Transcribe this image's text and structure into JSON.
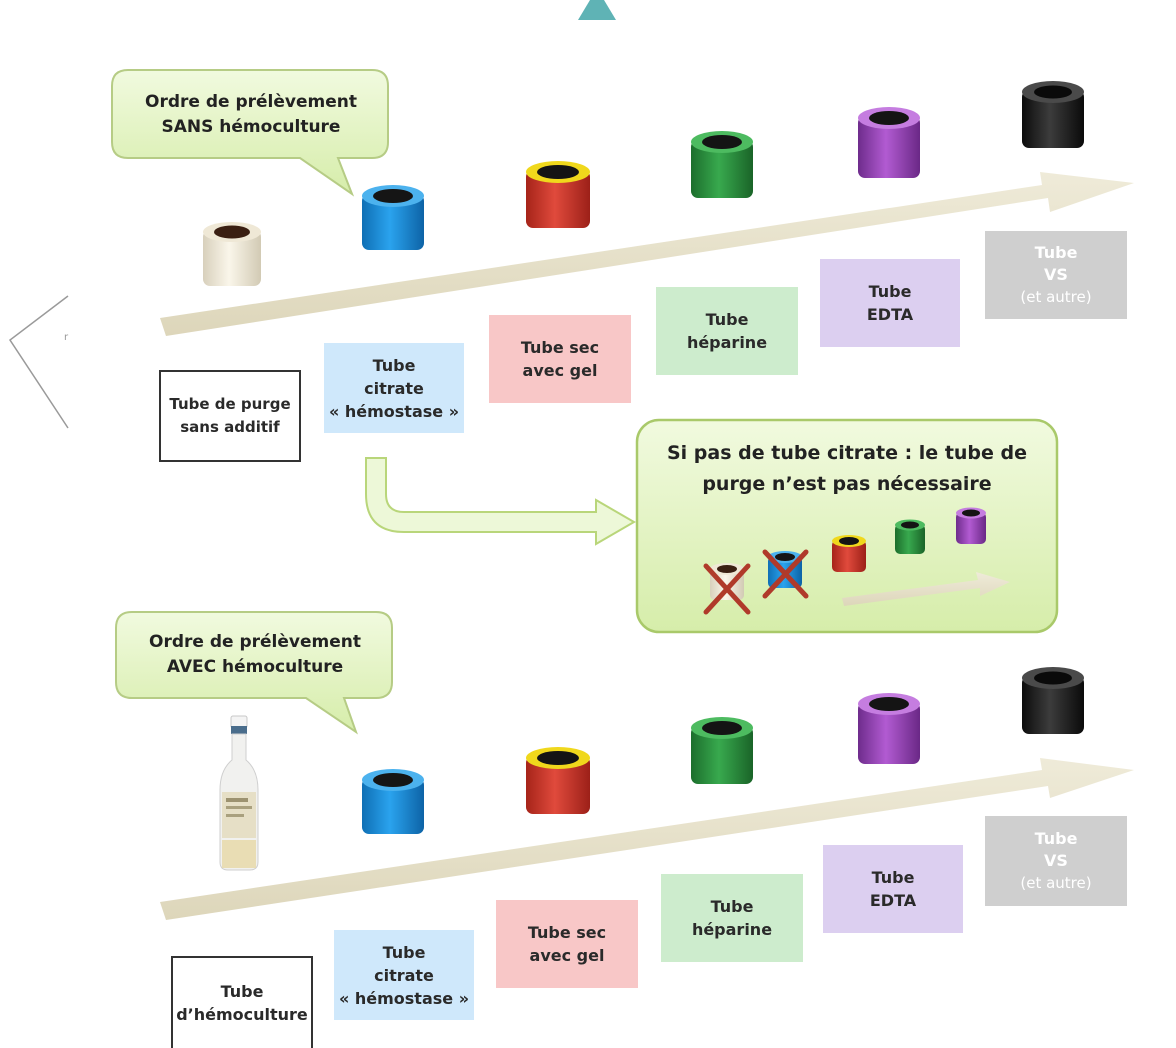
{
  "colors": {
    "arrow": "#e9e4cf",
    "bubble_fill": "#e4f5c4",
    "bubble_border": "#b6cc85",
    "citrate_cap": "#1e8fd8",
    "dry_gel_cap": "#d23a2e",
    "dry_gel_ring": "#f0d81c",
    "heparin_cap": "#2c9440",
    "edta_cap": "#9a45b8",
    "vs_cap": "#1c1c1c",
    "purge_cap": "#f2ecdc",
    "cross": "#b03a2a"
  },
  "top": {
    "bubble": "Ordre de prélèvement\nSANS hémoculture",
    "labels": [
      {
        "id": "purge",
        "text": "Tube de purge\nsans additif"
      },
      {
        "id": "citrate",
        "text": "Tube\ncitrate\n« hémostase »"
      },
      {
        "id": "sec",
        "text": "Tube sec\navec gel"
      },
      {
        "id": "heparine",
        "text": "Tube\nhéparine"
      },
      {
        "id": "edta",
        "text": "Tube\nEDTA"
      },
      {
        "id": "vs",
        "text": "Tube\nVS",
        "extra": "(et autre)"
      }
    ]
  },
  "note": {
    "text": "Si pas de tube citrate : le tube de\npurge n’est pas nécessaire"
  },
  "bottom": {
    "bubble": "Ordre de prélèvement\nAVEC hémoculture",
    "labels": [
      {
        "id": "hemoculture",
        "text": "Tube\nd’hémoculture"
      },
      {
        "id": "citrate",
        "text": "Tube\ncitrate\n« hémostase »"
      },
      {
        "id": "sec",
        "text": "Tube sec\navec gel"
      },
      {
        "id": "heparine",
        "text": "Tube\nhéparine"
      },
      {
        "id": "edta",
        "text": "Tube\nEDTA"
      },
      {
        "id": "vs",
        "text": "Tube\nVS",
        "extra": "(et autre)"
      }
    ]
  }
}
